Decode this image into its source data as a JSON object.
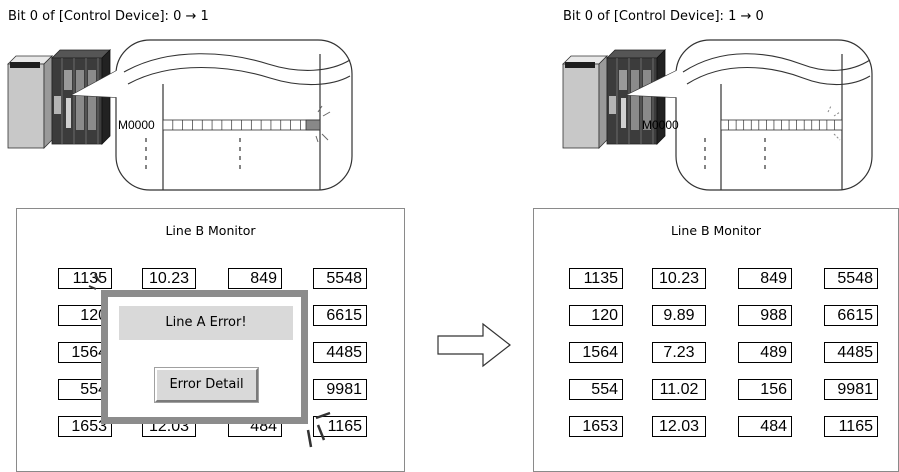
{
  "left": {
    "caption": "Bit 0 of [Control Device]: 0 → 1",
    "device_label": "M0000",
    "bit_state": "on",
    "monitor": {
      "title": "Line B Monitor",
      "rows": [
        [
          "1135",
          "10.23",
          "849",
          "5548"
        ],
        [
          "120",
          "",
          "",
          "6615"
        ],
        [
          "1564",
          "",
          "",
          "4485"
        ],
        [
          "554",
          "",
          "",
          "9981"
        ],
        [
          "1653",
          "12.03",
          "484",
          "1165"
        ]
      ]
    },
    "dialog": {
      "message": "Line A Error!",
      "button_label": "Error Detail"
    }
  },
  "right": {
    "caption": "Bit 0 of [Control Device]: 1 → 0",
    "device_label": "M0000",
    "bit_state": "off",
    "monitor": {
      "title": "Line B Monitor",
      "rows": [
        [
          "1135",
          "10.23",
          "849",
          "5548"
        ],
        [
          "120",
          "9.89",
          "988",
          "6615"
        ],
        [
          "1564",
          "7.23",
          "489",
          "4485"
        ],
        [
          "554",
          "11.02",
          "156",
          "9981"
        ],
        [
          "1653",
          "12.03",
          "484",
          "1165"
        ]
      ]
    }
  },
  "colors": {
    "dialog_frame": "#8c8c8c",
    "dialog_fill": "#d9d9d9",
    "panel_border": "#8a8a8a"
  },
  "icons": [
    "plc-unit-icon",
    "ladder-callout",
    "arrow-right-icon"
  ]
}
